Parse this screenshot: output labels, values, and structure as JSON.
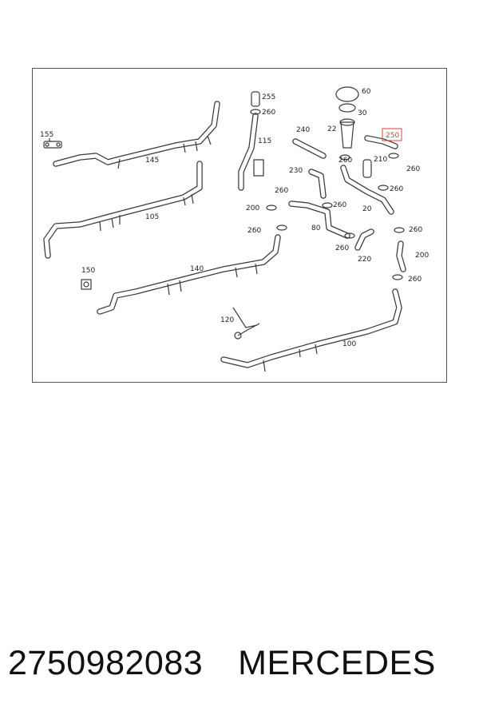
{
  "diagram": {
    "highlight_color": "#d9403a",
    "frame_color": "#555555",
    "parts": [
      {
        "id": "p60",
        "label": "60",
        "highlighted": false
      },
      {
        "id": "p30",
        "label": "30",
        "highlighted": false
      },
      {
        "id": "p255",
        "label": "255",
        "highlighted": false
      },
      {
        "id": "p260a",
        "label": "260",
        "highlighted": false
      },
      {
        "id": "p240",
        "label": "240",
        "highlighted": false
      },
      {
        "id": "p22",
        "label": "22",
        "highlighted": false
      },
      {
        "id": "p250",
        "label": "250",
        "highlighted": true
      },
      {
        "id": "p155",
        "label": "155",
        "highlighted": false
      },
      {
        "id": "p115",
        "label": "115",
        "highlighted": false
      },
      {
        "id": "p145",
        "label": "145",
        "highlighted": false
      },
      {
        "id": "p230",
        "label": "230",
        "highlighted": false
      },
      {
        "id": "p260b",
        "label": "260",
        "highlighted": false
      },
      {
        "id": "p210",
        "label": "210",
        "highlighted": false
      },
      {
        "id": "p260c",
        "label": "260",
        "highlighted": false
      },
      {
        "id": "p260d",
        "label": "260",
        "highlighted": false
      },
      {
        "id": "p260e",
        "label": "260",
        "highlighted": false
      },
      {
        "id": "p200a",
        "label": "200",
        "highlighted": false
      },
      {
        "id": "p260f",
        "label": "260",
        "highlighted": false
      },
      {
        "id": "p20",
        "label": "20",
        "highlighted": false
      },
      {
        "id": "p105",
        "label": "105",
        "highlighted": false
      },
      {
        "id": "p80",
        "label": "80",
        "highlighted": false
      },
      {
        "id": "p260g",
        "label": "260",
        "highlighted": false
      },
      {
        "id": "p260h",
        "label": "260",
        "highlighted": false
      },
      {
        "id": "p260i",
        "label": "260",
        "highlighted": false
      },
      {
        "id": "p220",
        "label": "220",
        "highlighted": false
      },
      {
        "id": "p200b",
        "label": "200",
        "highlighted": false
      },
      {
        "id": "p150",
        "label": "150",
        "highlighted": false
      },
      {
        "id": "p140",
        "label": "140",
        "highlighted": false
      },
      {
        "id": "p260j",
        "label": "260",
        "highlighted": false
      },
      {
        "id": "p120",
        "label": "120",
        "highlighted": false
      },
      {
        "id": "p100",
        "label": "100",
        "highlighted": false
      }
    ]
  },
  "footer": {
    "part_number": "2750982083",
    "brand": "MERCEDES"
  }
}
